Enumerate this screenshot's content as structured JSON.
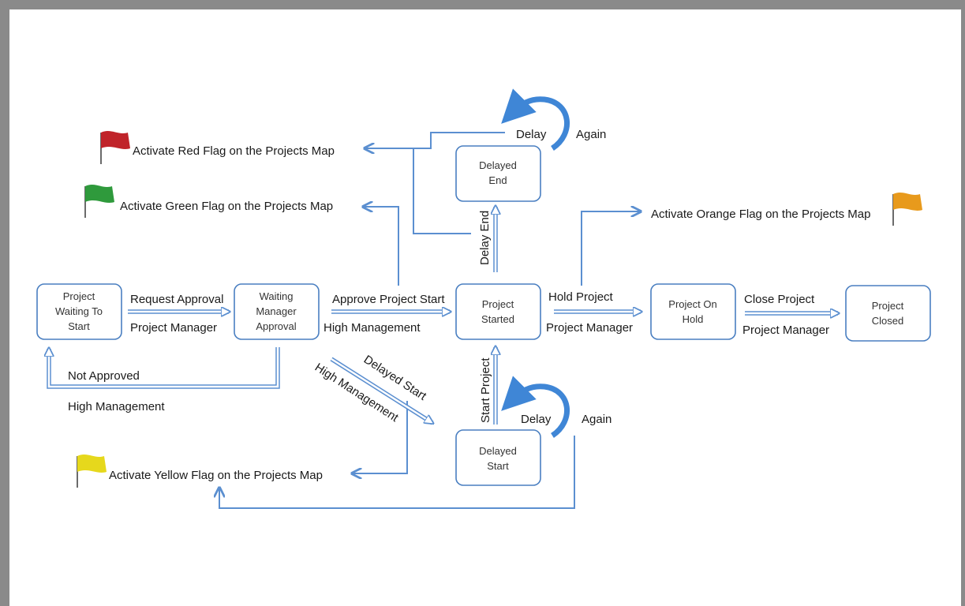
{
  "diagram": {
    "nodes": [
      {
        "id": "waiting_to_start",
        "lines": [
          "Project",
          "Waiting To",
          "Start"
        ]
      },
      {
        "id": "waiting_approval",
        "lines": [
          "Waiting",
          "Manager",
          "Approval"
        ]
      },
      {
        "id": "started",
        "lines": [
          "Project",
          "Started"
        ]
      },
      {
        "id": "on_hold",
        "lines": [
          "Project On",
          "Hold"
        ]
      },
      {
        "id": "closed",
        "lines": [
          "Project",
          "Closed"
        ]
      },
      {
        "id": "delayed_end",
        "lines": [
          "Delayed",
          "End"
        ]
      },
      {
        "id": "delayed_start",
        "lines": [
          "Delayed",
          "Start"
        ]
      }
    ],
    "labels": {
      "request_approval": "Request Approval",
      "pm_1": "Project Manager",
      "approve_start": "Approve Project Start",
      "high_mgmt_1": "High Management",
      "hold_project": "Hold Project",
      "pm_2": "Project Manager",
      "close_project": "Close Project",
      "pm_3": "Project Manager",
      "not_approved": "Not Approved",
      "high_mgmt_2": "High Management",
      "delayed_start_edge": "Delayed Start",
      "high_mgmt_3": "High Management",
      "delay_end_edge": "Delay End",
      "start_project_edge": "Start Project",
      "delay_top": "Delay",
      "again_top": "Again",
      "delay_bottom": "Delay",
      "again_bottom": "Again"
    },
    "flags": [
      {
        "id": "red",
        "text": "Activate Red Flag on the Projects Map",
        "color": "#c0242a"
      },
      {
        "id": "green",
        "text": "Activate Green Flag on the Projects Map",
        "color": "#2f9a3c"
      },
      {
        "id": "orange",
        "text": "Activate Orange Flag on the Projects Map",
        "color": "#e89a1c"
      },
      {
        "id": "yellow",
        "text": "Activate Yellow Flag on the Projects Map",
        "color": "#e6d81c"
      }
    ],
    "colors": {
      "box_stroke": "#4a7fc1",
      "connector": "#5b8fd0",
      "curl": "#3f86d6"
    }
  }
}
